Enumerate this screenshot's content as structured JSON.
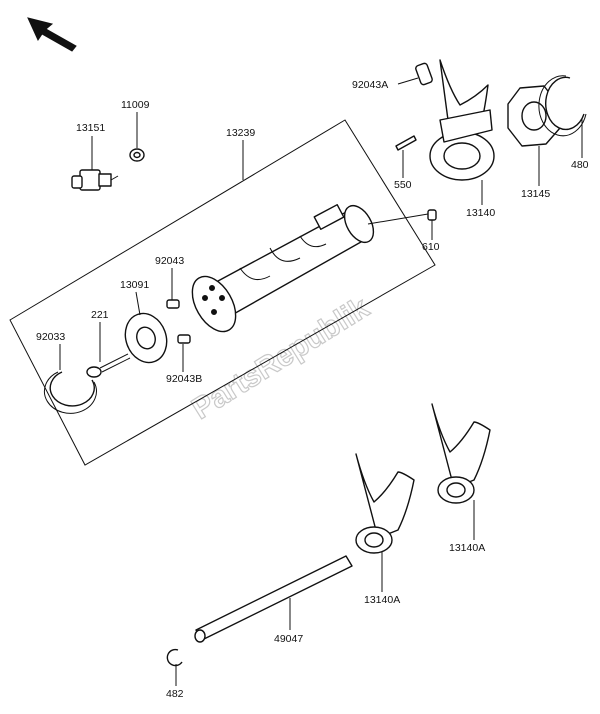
{
  "watermark": "PartsRepublik",
  "labels": {
    "p92043A": "92043A",
    "p11009": "11009",
    "p13151": "13151",
    "p13239": "13239",
    "p550": "550",
    "p13140": "13140",
    "p13145": "13145",
    "p480": "480",
    "p610": "610",
    "p92043": "92043",
    "p13091": "13091",
    "p221": "221",
    "p92033": "92033",
    "p92043B": "92043B",
    "p13140A_right": "13140A",
    "p13140A_left": "13140A",
    "p49047": "49047",
    "p482": "482"
  }
}
